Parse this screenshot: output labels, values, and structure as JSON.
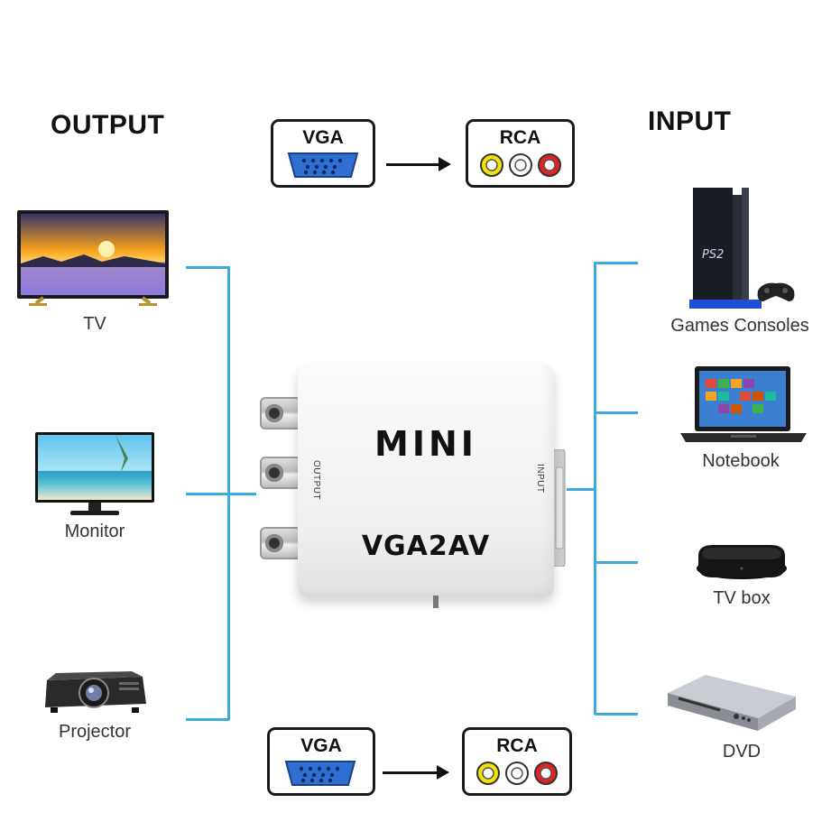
{
  "headings": {
    "output": "OUTPUT",
    "input": "INPUT"
  },
  "connectors": {
    "vga_label": "VGA",
    "rca_label": "RCA",
    "rca_colors": [
      "#f2e20c",
      "#ffffff",
      "#e02424"
    ],
    "vga_color": "#2f6fd1"
  },
  "adapter": {
    "brand": "MINI",
    "model": "VGA2AV",
    "left_port_label": "OUTPUT",
    "right_port_label": "INPUT"
  },
  "output_devices": [
    {
      "label": "TV",
      "icon": "tv-icon"
    },
    {
      "label": "Monitor",
      "icon": "monitor-icon"
    },
    {
      "label": "Projector",
      "icon": "projector-icon"
    }
  ],
  "input_devices": [
    {
      "label": "Games Consoles",
      "icon": "game-console-icon"
    },
    {
      "label": "Notebook",
      "icon": "laptop-icon"
    },
    {
      "label": "TV box",
      "icon": "tv-box-icon"
    },
    {
      "label": "DVD",
      "icon": "dvd-player-icon"
    }
  ],
  "colors": {
    "line": "#3fa9dd",
    "text": "#222222"
  }
}
